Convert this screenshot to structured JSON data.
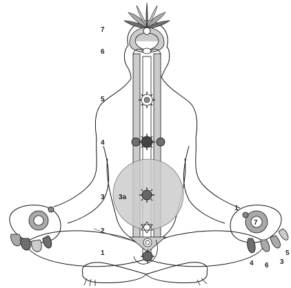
{
  "labels": {
    "level_7": "7",
    "level_6": "6",
    "level_5": "5",
    "level_4": "4",
    "level_3": "3",
    "level_3a": "3a",
    "level_2": "2",
    "level_1": "1",
    "right_hand_1": "1",
    "right_hand_7": "7",
    "finger_4": "4",
    "finger_6": "6",
    "finger_3": "3",
    "finger_5": "5"
  },
  "colors": {
    "outline": "#111111",
    "light_gray": "#cccccc",
    "mid_gray": "#a9a9a9",
    "dark_gray": "#6e6e6e",
    "white": "#ffffff"
  }
}
